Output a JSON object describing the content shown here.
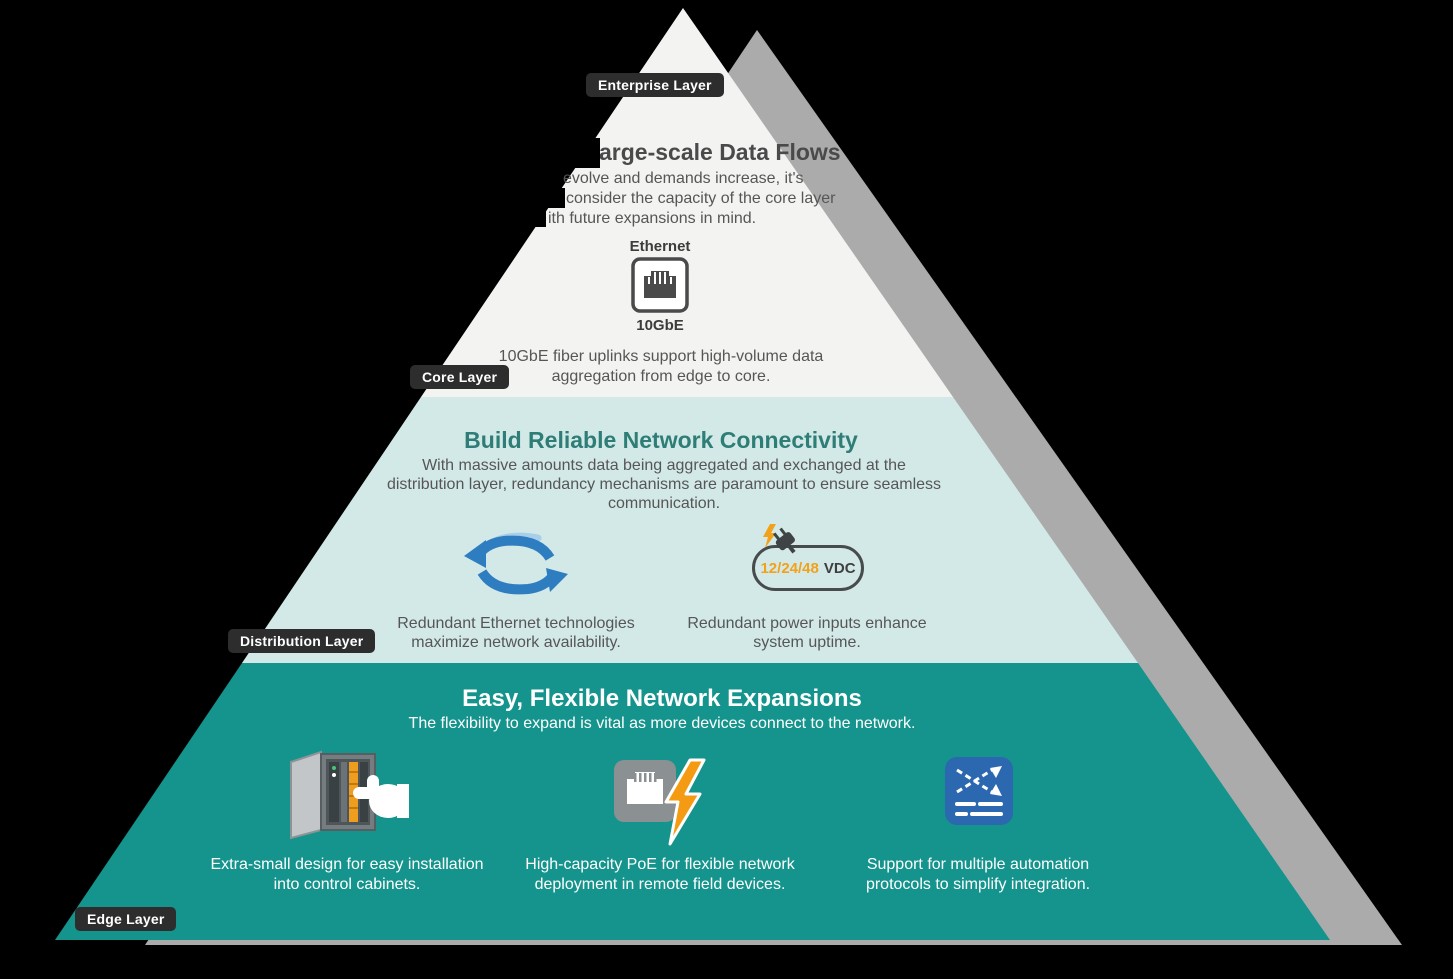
{
  "colors": {
    "background": "#000000",
    "pyramid_shadow": "#ababab",
    "band_core": "#f3f3f2",
    "band_distribution": "#d2e9e7",
    "band_edge": "#14948c",
    "tag_bg": "#2d2d2d",
    "accent_orange": "#f2a118",
    "accent_blue": "#2e7dc0",
    "heading_dark": "#4a4a4a",
    "heading_teal": "#2e7d76"
  },
  "tags": {
    "enterprise": "Enterprise Layer",
    "core": "Core Layer",
    "distribution": "Distribution Layer",
    "edge": "Edge Layer"
  },
  "core_section": {
    "title_visible": "arge-scale Data Flows",
    "body_lines": [
      "evolve and demands increase, it's",
      "consider the capacity of the core layer",
      "ith future expansions in mind."
    ],
    "ethernet_label": "Ethernet",
    "ethernet_speed": "10GbE",
    "caption_lines": [
      "10GbE fiber uplinks support high-volume data",
      "aggregation from edge to core."
    ]
  },
  "distribution_section": {
    "title": "Build Reliable Network Connectivity",
    "body_lines": [
      "With massive amounts data being aggregated and exchanged at the",
      "distribution layer, redundancy mechanisms are paramount to ensure seamless",
      "communication."
    ],
    "ethernet_caption_lines": [
      "Redundant Ethernet technologies",
      "maximize network availability."
    ],
    "power_value": "12/24/48",
    "power_unit": "VDC",
    "power_caption_lines": [
      "Redundant power inputs enhance",
      "system uptime."
    ]
  },
  "edge_section": {
    "title": "Easy, Flexible Network Expansions",
    "subtitle": "The flexibility to expand is vital as more devices connect to the network.",
    "features": [
      {
        "line1": "Extra-small design for easy installation",
        "line2": "into control cabinets."
      },
      {
        "line1": "High-capacity PoE for flexible network",
        "line2": "deployment in remote field devices."
      },
      {
        "line1": "Support for multiple automation",
        "line2": "protocols to simplify integration."
      }
    ]
  }
}
